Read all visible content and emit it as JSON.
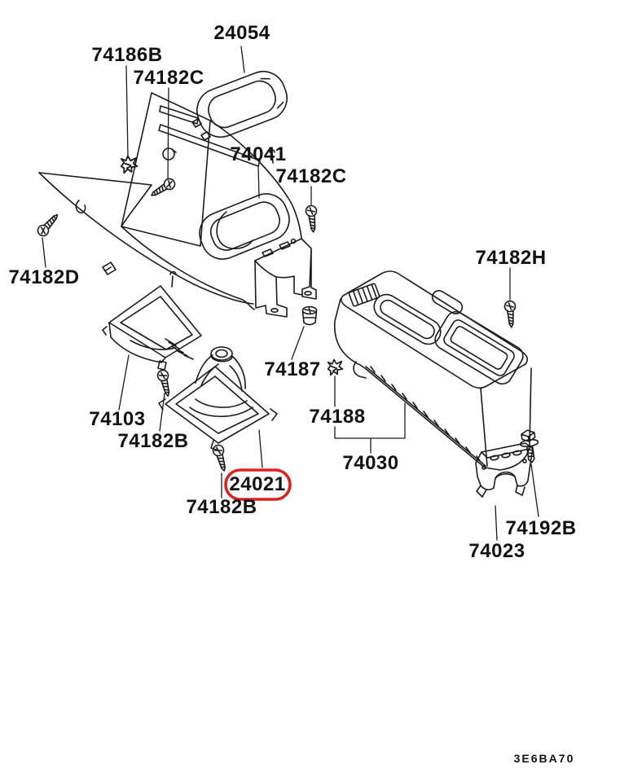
{
  "diagram": {
    "kind": "exploded-parts-diagram",
    "background_color": "#ffffff",
    "line_color": "#1b1b1b",
    "highlight_color": "#d8231f",
    "drawing_code": "3E6BA70",
    "highlighted_part": "24021",
    "labels": [
      {
        "text": "24054",
        "symbol": "bezel-ring"
      },
      {
        "text": "74186B",
        "symbol": "clip"
      },
      {
        "text": "74182C",
        "symbol": "screw"
      },
      {
        "text": "74041",
        "symbol": "front-console-body"
      },
      {
        "text": "74182C",
        "symbol": "screw"
      },
      {
        "text": "74182D",
        "symbol": "screw"
      },
      {
        "text": "74182H",
        "symbol": "screw"
      },
      {
        "text": "74103",
        "symbol": "console-tray"
      },
      {
        "text": "74182B",
        "symbol": "screw"
      },
      {
        "text": "24021",
        "symbol": "shift-lever-boot",
        "highlighted": true
      },
      {
        "text": "74182B",
        "symbol": "screw"
      },
      {
        "text": "74187",
        "symbol": "plug-grommet"
      },
      {
        "text": "74188",
        "symbol": "clip"
      },
      {
        "text": "74030",
        "symbol": "rear-console-body"
      },
      {
        "text": "74192B",
        "symbol": "bolt"
      },
      {
        "text": "74023",
        "symbol": "bracket"
      }
    ]
  }
}
